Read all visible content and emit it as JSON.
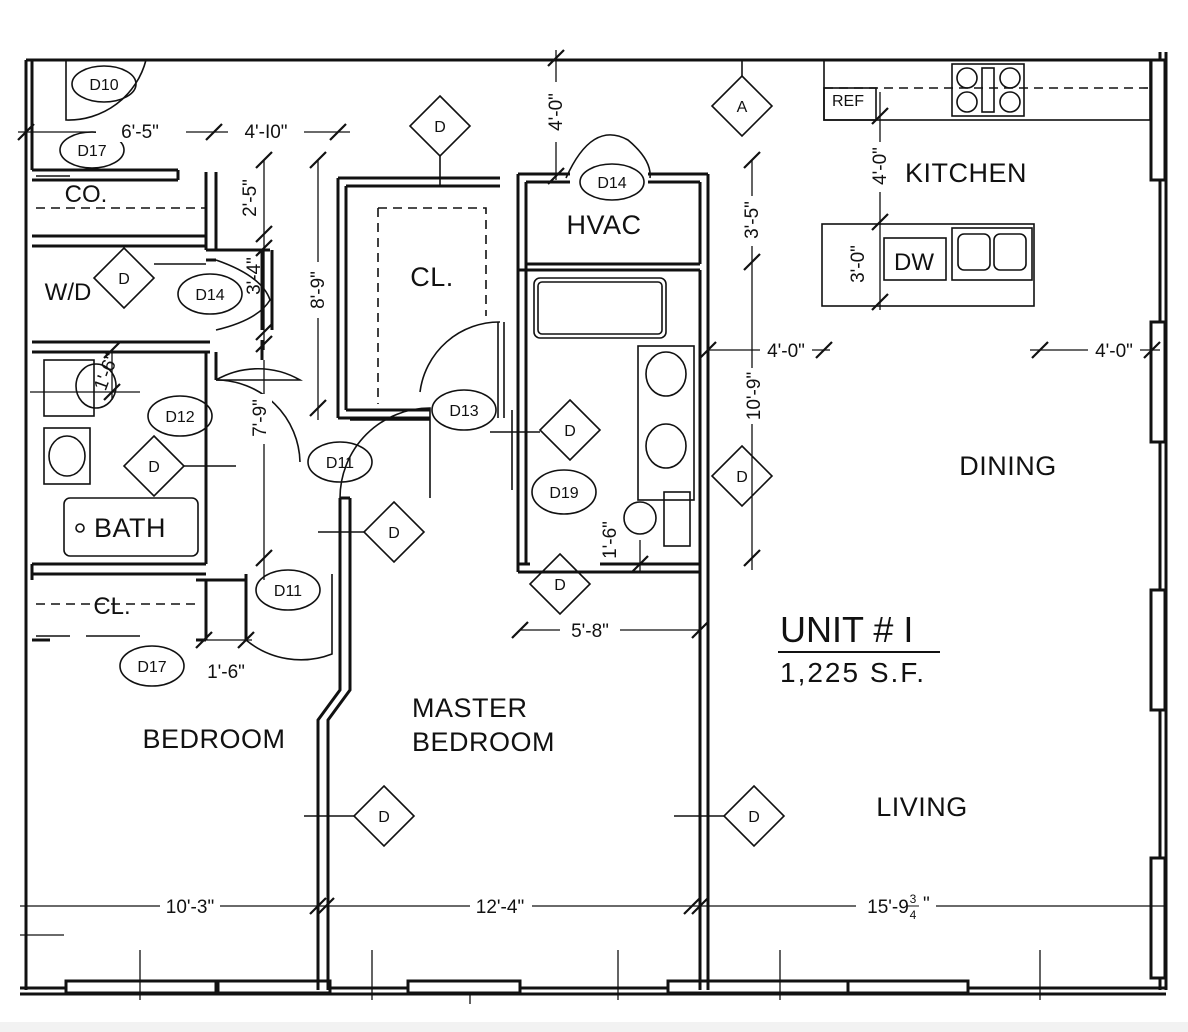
{
  "unit": {
    "title": "UNIT # I",
    "area": "1,225 S.F."
  },
  "rooms": {
    "kitchen": "KITCHEN",
    "dining": "DINING",
    "living": "LIVING",
    "master_line1": "MASTER",
    "master_line2": "BEDROOM",
    "bedroom": "BEDROOM",
    "bath": "BATH",
    "hvac": "HVAC",
    "closet_main": "CL.",
    "closet_small": "CL.",
    "coat_closet": "CO.",
    "washer_dryer": "W/D",
    "refrigerator": "REF",
    "dishwasher": "DW"
  },
  "doors": {
    "d10": "D10",
    "d17_top": "D17",
    "d14_wd": "D14",
    "d14_hvac": "D14",
    "d12": "D12",
    "d13": "D13",
    "d11_hall": "D11",
    "d11_bed": "D11",
    "d19": "D19",
    "d17_bed": "D17"
  },
  "symbols": {
    "detector": "D",
    "alarm": "A"
  },
  "dimensions": {
    "d_6_5": "6'-5\"",
    "d_4_10": "4'-I0\"",
    "d_2_5": "2'-5\"",
    "d_3_4": "3'-4\"",
    "d_8_9": "8'-9\"",
    "d_4_0_top": "4'-0\"",
    "d_4_0_kitchen": "4'-0\"",
    "d_3_5": "3'-5\"",
    "d_3_0": "3'-0\"",
    "d_4_0_left": "4'-0\"",
    "d_4_0_right": "4'-0\"",
    "d_1_6_bath": "1'-6\"",
    "d_7_9": "7'-9\"",
    "d_10_9": "10'-9\"",
    "d_1_6_mbath": "1'-6\"",
    "d_5_8": "5'-8\"",
    "d_1_6_bed": "1'-6\"",
    "d_10_3": "10'-3\"",
    "d_12_4": "12'-4\"",
    "d_15_9_whole": "15'-9",
    "d_15_9_num": "3",
    "d_15_9_den": "4",
    "d_15_9_unit": "\""
  }
}
